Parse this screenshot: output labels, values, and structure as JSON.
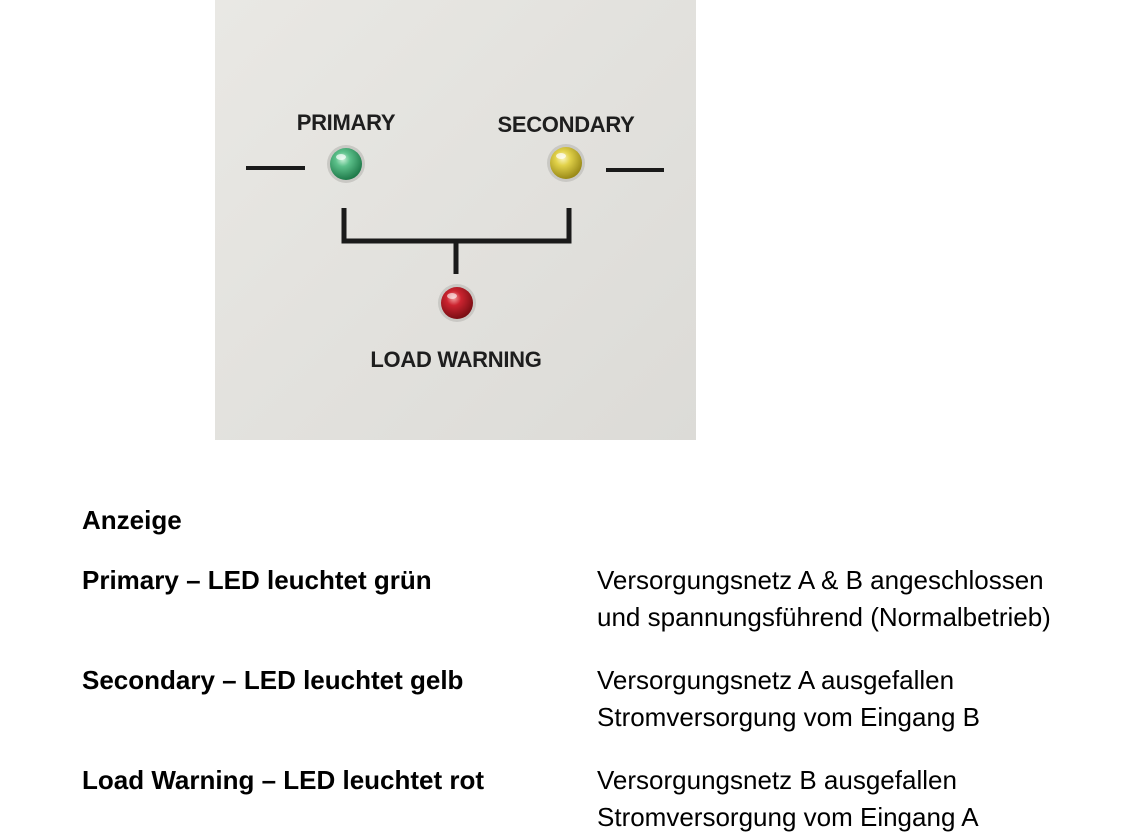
{
  "panel": {
    "primary_label": "PRIMARY",
    "secondary_label": "SECONDARY",
    "load_warning_label": "LOAD WARNING",
    "led_colors": {
      "primary": "#3aa86a",
      "secondary": "#d9cc3a",
      "load_warning": "#c0202a"
    }
  },
  "heading": "Anzeige",
  "rows": [
    {
      "label": "Primary – LED leuchtet grün",
      "desc_line1": "Versorgungsnetz A & B angeschlossen",
      "desc_line2": "und spannungsführend (Normalbetrieb)"
    },
    {
      "label": "Secondary – LED leuchtet gelb",
      "desc_line1": "Versorgungsnetz A ausgefallen",
      "desc_line2": "Stromversorgung vom Eingang B"
    },
    {
      "label": "Load Warning – LED leuchtet rot",
      "desc_line1": "Versorgungsnetz B ausgefallen",
      "desc_line2": "Stromversorgung vom Eingang A"
    }
  ]
}
